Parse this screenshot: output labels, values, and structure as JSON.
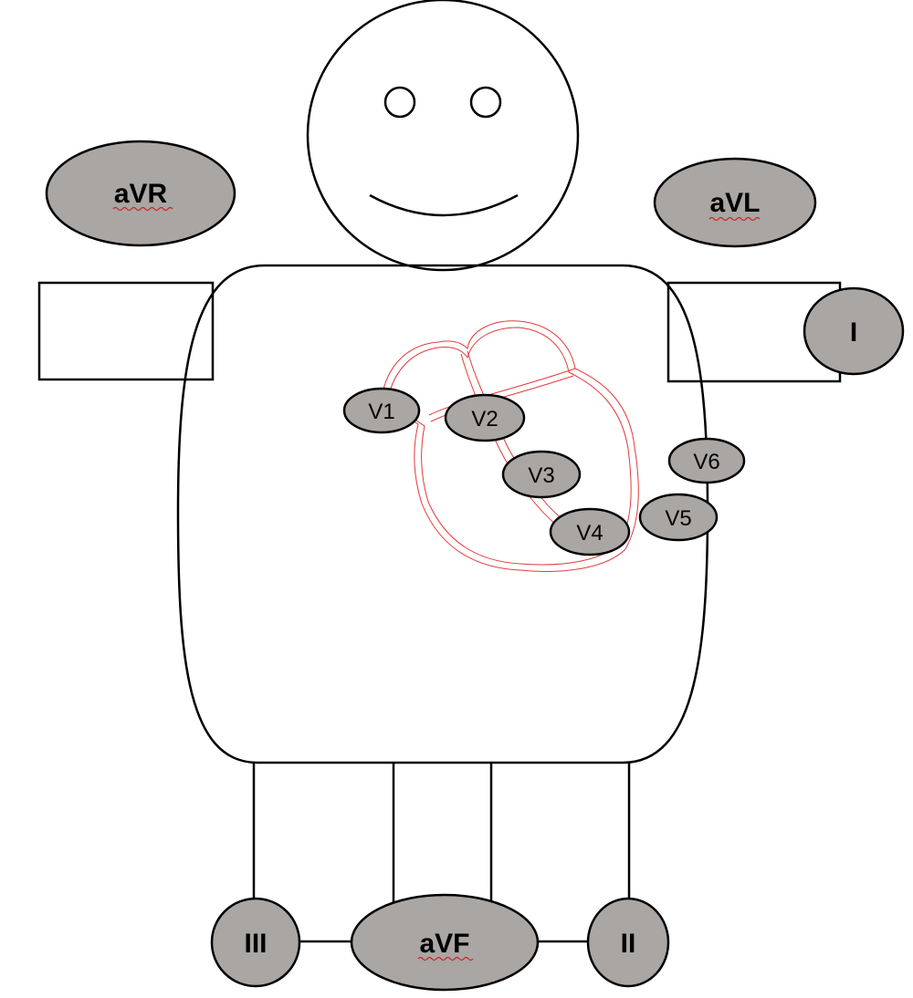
{
  "limb_leads": {
    "avr": "aVR",
    "avl": "aVL",
    "lead_i": "I",
    "lead_ii": "II",
    "lead_iii": "III",
    "avf": "aVF"
  },
  "chest_leads": {
    "v1": "V1",
    "v2": "V2",
    "v3": "V3",
    "v4": "V4",
    "v5": "V5",
    "v6": "V6"
  },
  "colors": {
    "electrode_fill": "#a9a6a4",
    "outline": "#000000",
    "heart_outline": "#e23a3a",
    "spellcheck_underline": "#d42020"
  }
}
